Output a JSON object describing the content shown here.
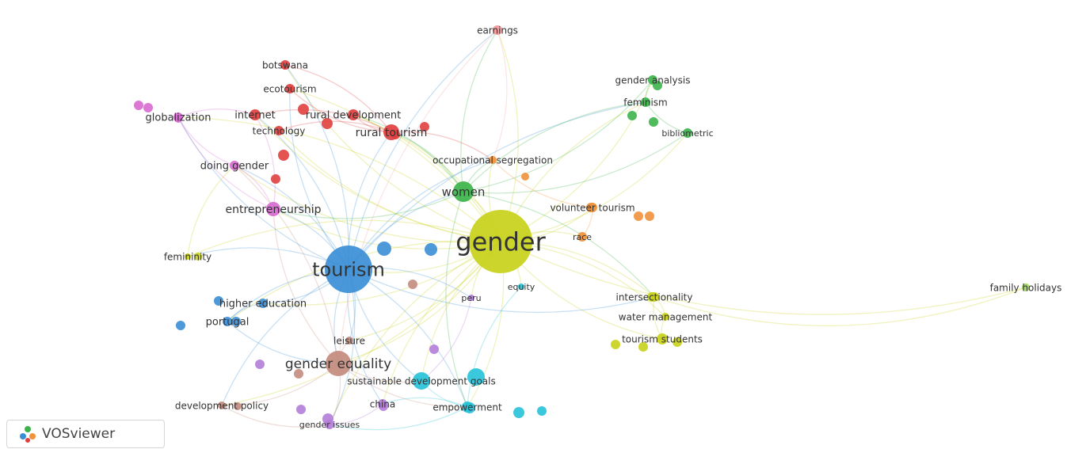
{
  "brand": {
    "name": "VOSviewer"
  },
  "clusters": {
    "red": "#e0403f",
    "green": "#3cb44b",
    "blue": "#3b8ed6",
    "yellow": "#c8d11a",
    "purple": "#b37ed8",
    "cyan": "#27c2d8",
    "orange": "#f0913b",
    "brown": "#c38b7e",
    "pink": "#d86ad0",
    "lime": "#a6d96a",
    "salmon": "#f4a0a0"
  },
  "nodes": [
    {
      "id": "gender",
      "label": "gender",
      "cluster": "yellow"
    },
    {
      "id": "tourism",
      "label": "tourism",
      "cluster": "blue"
    },
    {
      "id": "women",
      "label": "women",
      "cluster": "green"
    },
    {
      "id": "gender_equality",
      "label": "gender equality",
      "cluster": "brown"
    },
    {
      "id": "rural_tourism",
      "label": "rural tourism",
      "cluster": "red"
    },
    {
      "id": "entrepreneurship",
      "label": "entrepreneurship",
      "cluster": "pink"
    },
    {
      "id": "earnings",
      "label": "earnings",
      "cluster": "salmon"
    },
    {
      "id": "botswana",
      "label": "botswana",
      "cluster": "red"
    },
    {
      "id": "ecotourism",
      "label": "ecotourism",
      "cluster": "red"
    },
    {
      "id": "internet",
      "label": "internet",
      "cluster": "red"
    },
    {
      "id": "rural_development",
      "label": "rural development",
      "cluster": "red"
    },
    {
      "id": "technology",
      "label": "technology",
      "cluster": "red"
    },
    {
      "id": "globalization",
      "label": "globalization",
      "cluster": "pink"
    },
    {
      "id": "doing_gender",
      "label": "doing gender",
      "cluster": "pink"
    },
    {
      "id": "gender_analysis",
      "label": "gender analysis",
      "cluster": "green"
    },
    {
      "id": "feminism",
      "label": "feminism",
      "cluster": "green"
    },
    {
      "id": "bibliometric",
      "label": "bibliometric",
      "cluster": "green"
    },
    {
      "id": "occupational_segregation",
      "label": "occupational segregation",
      "cluster": "orange"
    },
    {
      "id": "volunteer_tourism",
      "label": "volunteer tourism",
      "cluster": "orange"
    },
    {
      "id": "race",
      "label": "race",
      "cluster": "orange"
    },
    {
      "id": "femininity",
      "label": "femininity",
      "cluster": "yellow"
    },
    {
      "id": "equity",
      "label": "equity",
      "cluster": "cyan"
    },
    {
      "id": "peru",
      "label": "peru",
      "cluster": "purple"
    },
    {
      "id": "higher_education",
      "label": "higher education",
      "cluster": "blue"
    },
    {
      "id": "portugal",
      "label": "portugal",
      "cluster": "blue"
    },
    {
      "id": "intersectionality",
      "label": "intersectionality",
      "cluster": "yellow"
    },
    {
      "id": "family_holidays",
      "label": "family holidays",
      "cluster": "lime"
    },
    {
      "id": "water_management",
      "label": "water management",
      "cluster": "yellow"
    },
    {
      "id": "tourism_students",
      "label": "tourism students",
      "cluster": "yellow"
    },
    {
      "id": "leisure",
      "label": "leisure",
      "cluster": "brown"
    },
    {
      "id": "sustainable_development_goals",
      "label": "sustainable development goals",
      "cluster": "cyan"
    },
    {
      "id": "development_policy",
      "label": "development policy",
      "cluster": "brown"
    },
    {
      "id": "china",
      "label": "china",
      "cluster": "purple"
    },
    {
      "id": "empowerment",
      "label": "empowerment",
      "cluster": "cyan"
    },
    {
      "id": "gender_issues",
      "label": "gender issues",
      "cluster": "purple"
    }
  ],
  "links": [
    [
      "gender",
      "tourism"
    ],
    [
      "gender",
      "women"
    ],
    [
      "gender",
      "gender_equality"
    ],
    [
      "gender",
      "rural_tourism"
    ],
    [
      "gender",
      "entrepreneurship"
    ],
    [
      "gender",
      "earnings"
    ],
    [
      "gender",
      "botswana"
    ],
    [
      "gender",
      "ecotourism"
    ],
    [
      "gender",
      "internet"
    ],
    [
      "gender",
      "rural_development"
    ],
    [
      "gender",
      "technology"
    ],
    [
      "gender",
      "globalization"
    ],
    [
      "gender",
      "doing_gender"
    ],
    [
      "gender",
      "gender_analysis"
    ],
    [
      "gender",
      "feminism"
    ],
    [
      "gender",
      "bibliometric"
    ],
    [
      "gender",
      "occupational_segregation"
    ],
    [
      "gender",
      "volunteer_tourism"
    ],
    [
      "gender",
      "race"
    ],
    [
      "gender",
      "femininity"
    ],
    [
      "gender",
      "equity"
    ],
    [
      "gender",
      "peru"
    ],
    [
      "gender",
      "higher_education"
    ],
    [
      "gender",
      "portugal"
    ],
    [
      "gender",
      "intersectionality"
    ],
    [
      "gender",
      "family_holidays"
    ],
    [
      "gender",
      "water_management"
    ],
    [
      "gender",
      "tourism_students"
    ],
    [
      "gender",
      "leisure"
    ],
    [
      "gender",
      "sustainable_development_goals"
    ],
    [
      "gender",
      "development_policy"
    ],
    [
      "gender",
      "china"
    ],
    [
      "gender",
      "empowerment"
    ],
    [
      "gender",
      "gender_issues"
    ],
    [
      "tourism",
      "women"
    ],
    [
      "tourism",
      "gender_equality"
    ],
    [
      "tourism",
      "rural_tourism"
    ],
    [
      "tourism",
      "entrepreneurship"
    ],
    [
      "tourism",
      "earnings"
    ],
    [
      "tourism",
      "botswana"
    ],
    [
      "tourism",
      "ecotourism"
    ],
    [
      "tourism",
      "internet"
    ],
    [
      "tourism",
      "globalization"
    ],
    [
      "tourism",
      "doing_gender"
    ],
    [
      "tourism",
      "feminism"
    ],
    [
      "tourism",
      "femininity"
    ],
    [
      "tourism",
      "higher_education"
    ],
    [
      "tourism",
      "portugal"
    ],
    [
      "tourism",
      "leisure"
    ],
    [
      "tourism",
      "sustainable_development_goals"
    ],
    [
      "tourism",
      "empowerment"
    ],
    [
      "tourism",
      "china"
    ],
    [
      "tourism",
      "gender_issues"
    ],
    [
      "tourism",
      "development_policy"
    ],
    [
      "tourism",
      "occupational_segregation"
    ],
    [
      "tourism",
      "intersectionality"
    ],
    [
      "tourism",
      "peru"
    ],
    [
      "women",
      "rural_tourism"
    ],
    [
      "women",
      "earnings"
    ],
    [
      "women",
      "gender_analysis"
    ],
    [
      "women",
      "feminism"
    ],
    [
      "women",
      "bibliometric"
    ],
    [
      "women",
      "entrepreneurship"
    ],
    [
      "women",
      "empowerment"
    ],
    [
      "women",
      "occupational_segregation"
    ],
    [
      "women",
      "rural_development"
    ],
    [
      "women",
      "intersectionality"
    ],
    [
      "gender_equality",
      "sustainable_development_goals"
    ],
    [
      "gender_equality",
      "development_policy"
    ],
    [
      "gender_equality",
      "empowerment"
    ],
    [
      "gender_equality",
      "entrepreneurship"
    ],
    [
      "gender_equality",
      "doing_gender"
    ],
    [
      "gender_equality",
      "gender_issues"
    ],
    [
      "rural_tourism",
      "internet"
    ],
    [
      "rural_tourism",
      "ecotourism"
    ],
    [
      "rural_tourism",
      "botswana"
    ],
    [
      "rural_tourism",
      "rural_development"
    ],
    [
      "rural_tourism",
      "technology"
    ],
    [
      "rural_tourism",
      "occupational_segregation"
    ],
    [
      "entrepreneurship",
      "doing_gender"
    ],
    [
      "entrepreneurship",
      "globalization"
    ],
    [
      "entrepreneurship",
      "internet"
    ],
    [
      "earnings",
      "occupational_segregation"
    ],
    [
      "earnings",
      "gender_equality"
    ],
    [
      "globalization",
      "internet"
    ],
    [
      "globalization",
      "doing_gender"
    ],
    [
      "feminism",
      "gender_analysis"
    ],
    [
      "feminism",
      "bibliometric"
    ],
    [
      "portugal",
      "higher_education"
    ],
    [
      "portugal",
      "gender_equality"
    ],
    [
      "empowerment",
      "sustainable_development_goals"
    ],
    [
      "empowerment",
      "china"
    ],
    [
      "empowerment",
      "gender_issues"
    ],
    [
      "intersectionality",
      "tourism_students"
    ],
    [
      "intersectionality",
      "water_management"
    ],
    [
      "intersectionality",
      "family_holidays"
    ],
    [
      "tourism_students",
      "water_management"
    ],
    [
      "race",
      "volunteer_tourism"
    ],
    [
      "volunteer_tourism",
      "occupational_segregation"
    ],
    [
      "leisure",
      "gender_equality"
    ],
    [
      "peru",
      "sustainable_development_goals"
    ],
    [
      "equity",
      "empowerment"
    ],
    [
      "femininity",
      "doing_gender"
    ],
    [
      "development_policy",
      "gender_issues"
    ],
    [
      "china",
      "gender_issues"
    ]
  ]
}
